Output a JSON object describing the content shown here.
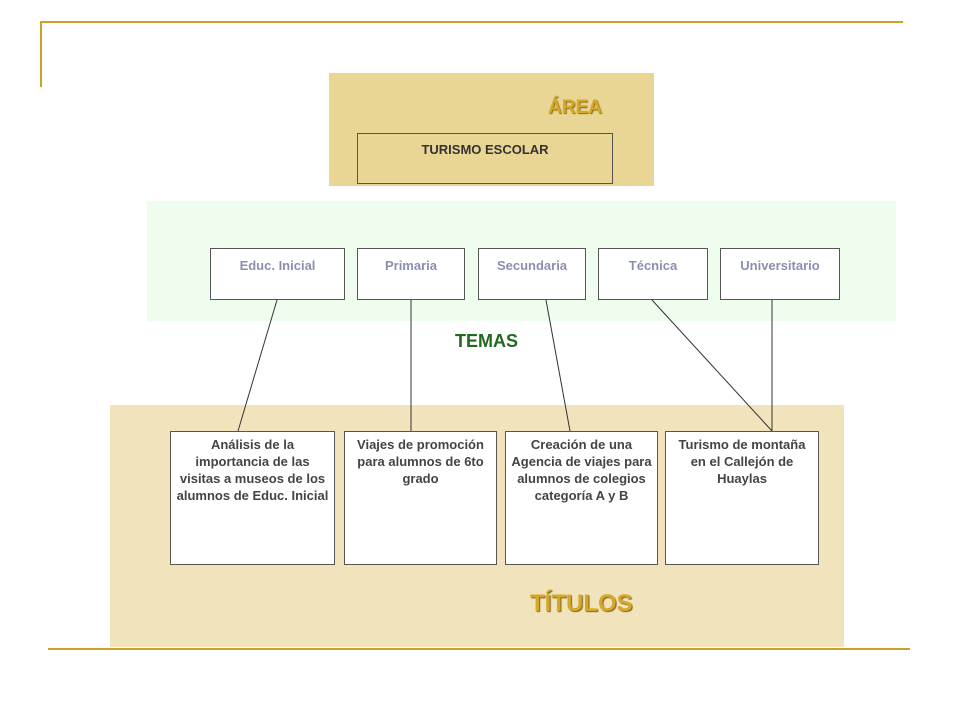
{
  "area": {
    "heading": "ÁREA",
    "box_label": "TURISMO ESCOLAR"
  },
  "temas": {
    "heading": "TEMAS",
    "levels": [
      {
        "label": "Educ. Inicial"
      },
      {
        "label": "Primaria"
      },
      {
        "label": "Secundaria"
      },
      {
        "label": "Técnica"
      },
      {
        "label": "Universitario"
      }
    ]
  },
  "titulos": {
    "heading": "TÍTULOS",
    "items": [
      {
        "label": "Análisis  de la importancia de las visitas  a museos de  los alumnos de Educ. Inicial"
      },
      {
        "label": "Viajes  de promoción para alumnos  de 6to grado"
      },
      {
        "label": "Creación de una Agencia  de viajes  para alumnos de colegios categoría A y B"
      },
      {
        "label": "Turismo de montaña  en el Callejón de Huaylas"
      }
    ]
  },
  "colors": {
    "area_panel": "#e9d594",
    "temas_panel": "#eefdee",
    "titulos_panel": "#f1e4bd",
    "gold_heading": "#d4a92a",
    "green_heading": "#1f6a1f",
    "level_text": "#8a8fb0"
  }
}
